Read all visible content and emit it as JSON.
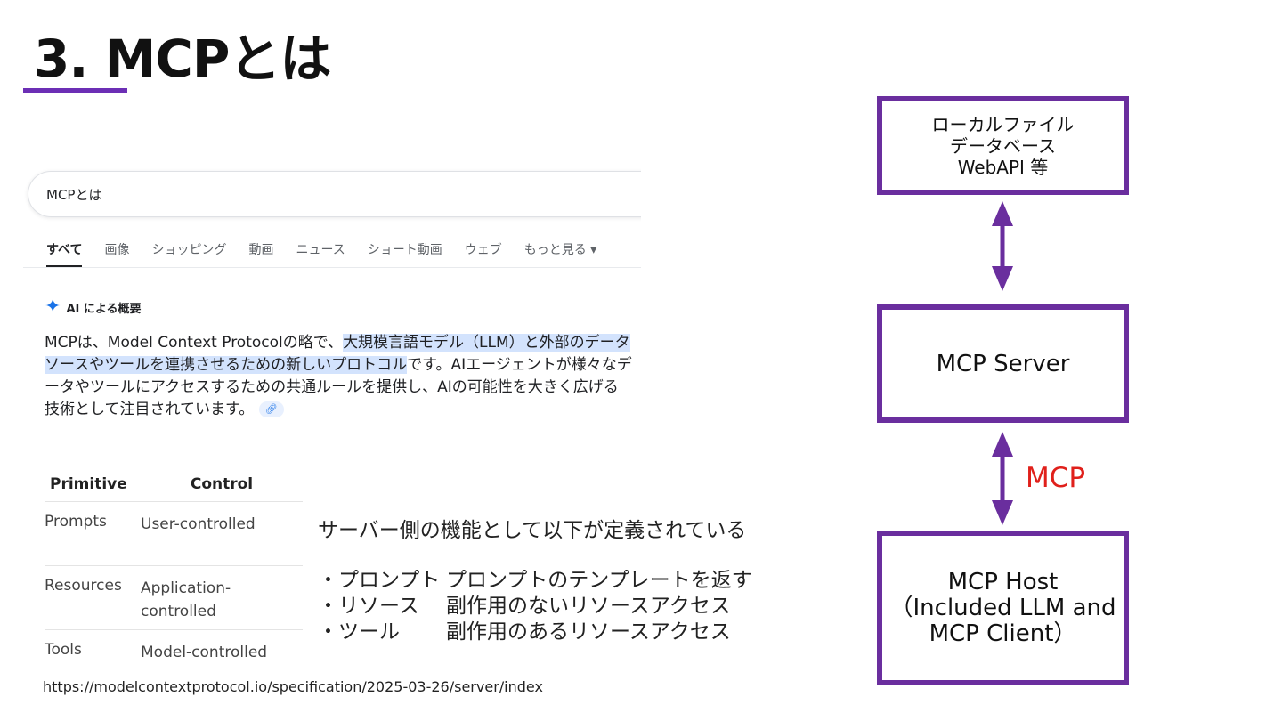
{
  "slide": {
    "title": "3. MCPとは",
    "source_url": "https://modelcontextprotocol.io/specification/2025-03-26/server/index"
  },
  "search": {
    "query": "MCPとは",
    "tabs": [
      "すべて",
      "画像",
      "ショッピング",
      "動画",
      "ニュース",
      "ショート動画",
      "ウェブ",
      "もっと見る ▾"
    ],
    "ai_overview_label": "AI による概要",
    "ai_text_1": "MCPは、Model Context Protocolの略で、",
    "ai_text_highlight": "大規模言語モデル（LLM）と外部のデータソースやツールを連携させるための新しいプロトコル",
    "ai_text_2": "です。AIエージェントが様々なデータやツールにアクセスするための共通ルールを提供し、AIの可能性を大きく広げる技術として注目されています。",
    "link_icon": "link-icon",
    "accent_color": "#1a73e8"
  },
  "primitives_table": {
    "headers": [
      "Primitive",
      "Control"
    ],
    "rows": [
      [
        "Prompts",
        "User-controlled"
      ],
      [
        "Resources",
        "Application-controlled"
      ],
      [
        "Tools",
        "Model-controlled"
      ]
    ]
  },
  "description": {
    "intro": "サーバー側の機能として以下が定義されている",
    "items": [
      {
        "name": "・プロンプト",
        "desc": "プロンプトのテンプレートを返す"
      },
      {
        "name": "・リソース",
        "desc": "副作用のないリソースアクセス"
      },
      {
        "name": "・ツール",
        "desc": "副作用のあるリソースアクセス"
      }
    ]
  },
  "diagram": {
    "local_box": [
      "ローカルファイル",
      "データベース",
      "WebAPI 等"
    ],
    "server_box": "MCP Server",
    "host_box": [
      "MCP Host",
      "（Included LLM and",
      "MCP Client）"
    ],
    "protocol_label": "MCP",
    "box_color": "#6a2e9e",
    "label_color": "#e0201b"
  }
}
